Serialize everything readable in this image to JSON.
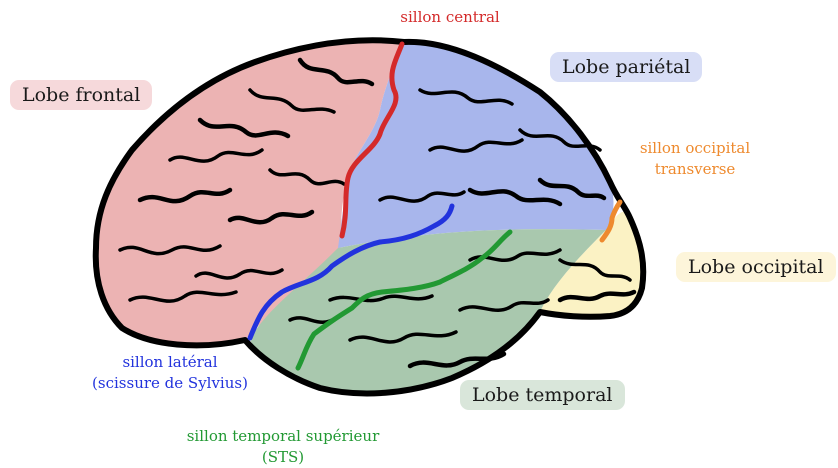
{
  "lobes": {
    "frontal": {
      "label": "Lobe frontal",
      "color": "#ecb3b3",
      "badge": "#f6d9db"
    },
    "parietal": {
      "label": "Lobe pariétal",
      "color": "#a8b6ec",
      "badge": "#d8def6"
    },
    "occipital": {
      "label": "Lobe occipital",
      "color": "#fbf2c4",
      "badge": "#fdf5da"
    },
    "temporal": {
      "label": "Lobe temporal",
      "color": "#a9c8ae",
      "badge": "#d9e6da"
    }
  },
  "sulci": {
    "central": {
      "line1": "sillon central",
      "line2": "",
      "color": "#d42a2a"
    },
    "occipital_transverse": {
      "line1": "sillon occipital",
      "line2": "transverse",
      "color": "#ee8a2e"
    },
    "lateral": {
      "line1": "sillon latéral",
      "line2": "(scissure de Sylvius)",
      "color": "#2233dd"
    },
    "sts": {
      "line1": "sillon temporal supérieur",
      "line2": "(STS)",
      "color": "#229933"
    }
  },
  "outline_color": "#000000"
}
